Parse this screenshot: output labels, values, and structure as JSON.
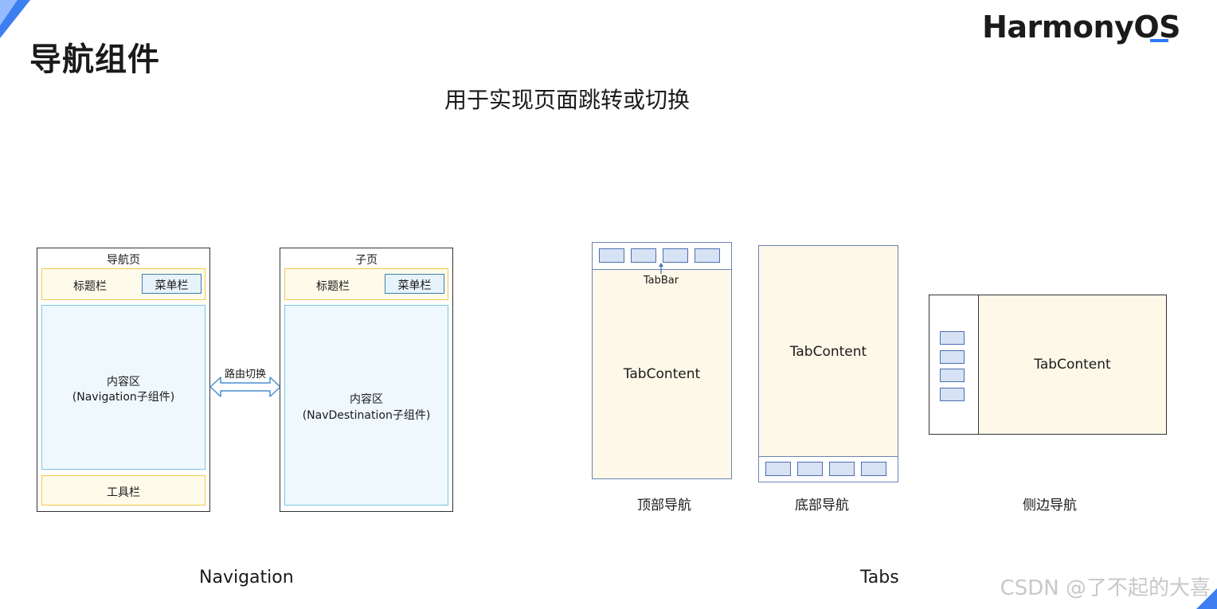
{
  "header": {
    "title": "导航组件",
    "subtitle": "用于实现页面跳转或切换",
    "logo_text": "HarmonyOS"
  },
  "navigation": {
    "caption": "Navigation",
    "nav_page": {
      "header": "导航页",
      "title_bar": "标题栏",
      "menu_bar": "菜单栏",
      "content_line1": "内容区",
      "content_line2": "(Navigation子组件)",
      "toolbar": "工具栏"
    },
    "route_label": "路由切换",
    "sub_page": {
      "header": "子页",
      "title_bar": "标题栏",
      "menu_bar": "菜单栏",
      "content_line1": "内容区",
      "content_line2": "(NavDestination子组件)"
    }
  },
  "tabs": {
    "caption": "Tabs",
    "top": {
      "tabbar_label": "TabBar",
      "content": "TabContent",
      "caption": "顶部导航"
    },
    "bottom": {
      "content": "TabContent",
      "caption": "底部导航"
    },
    "side": {
      "content": "TabContent",
      "caption": "侧边导航"
    }
  },
  "watermark": "CSDN @了不起的大喜",
  "colors": {
    "accent": "#2f7cf6",
    "title_bar_border": "#f2c94c",
    "content_border": "#7ec3e6",
    "tab_button_fill": "#d7e2f5"
  }
}
